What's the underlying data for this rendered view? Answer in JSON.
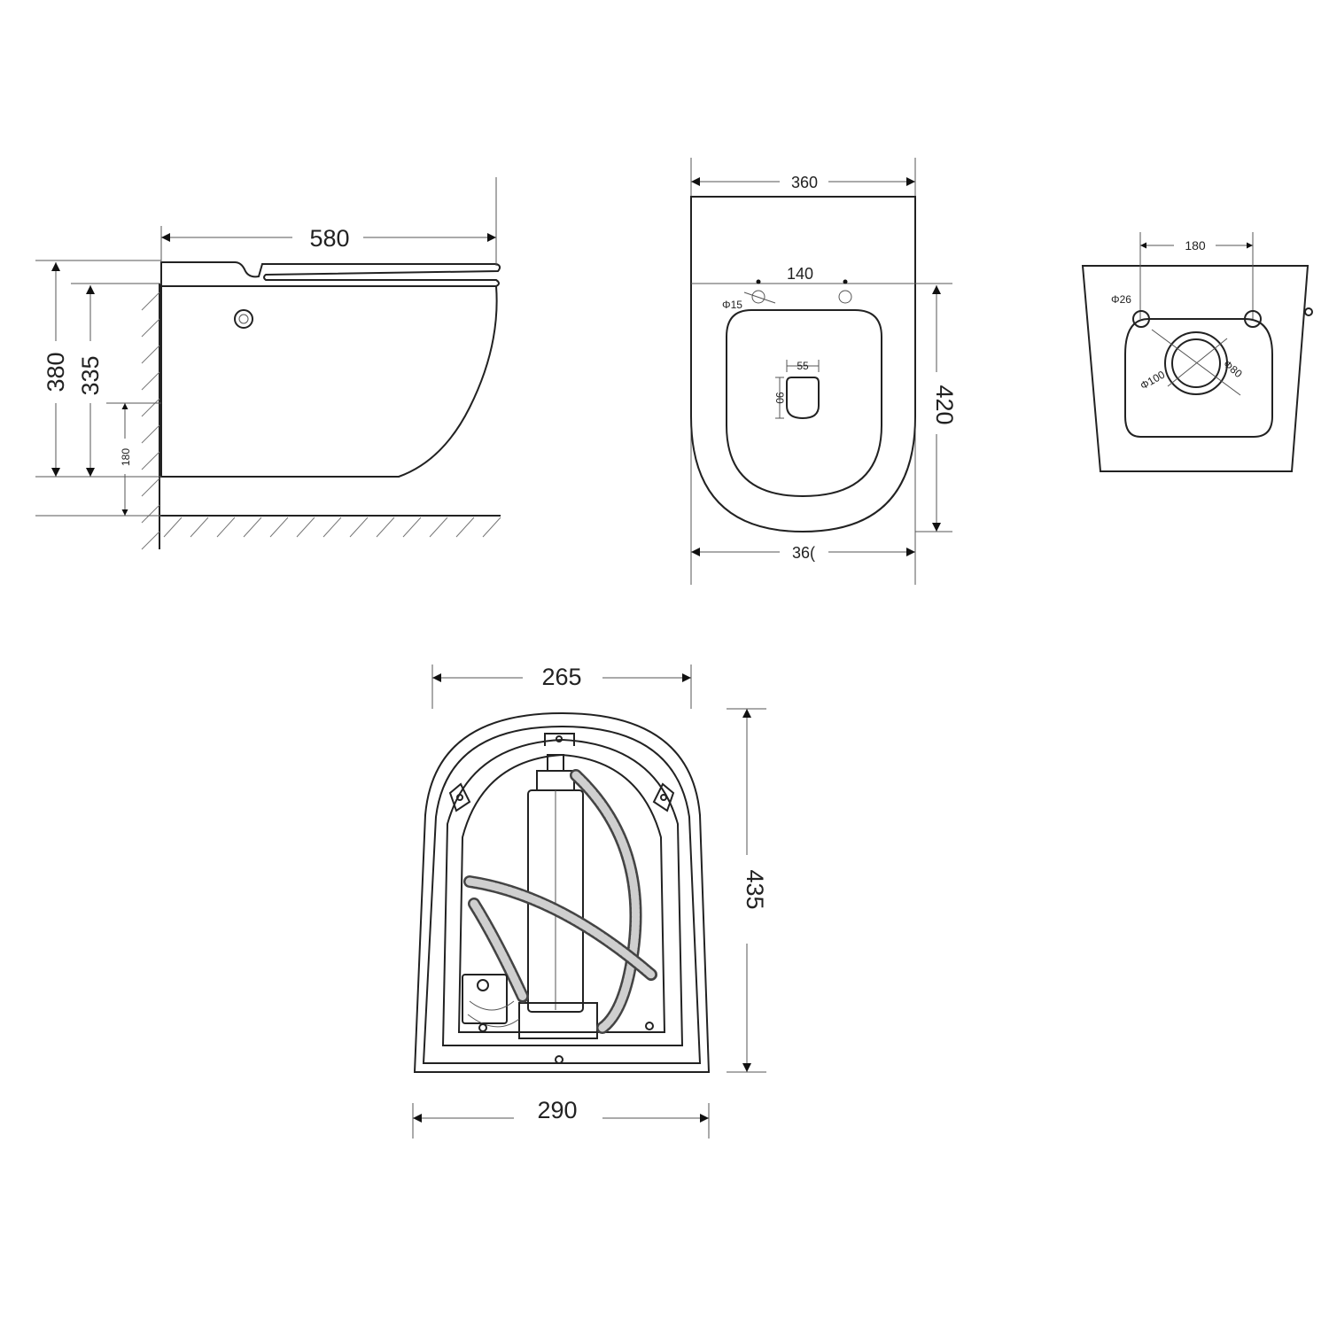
{
  "side_view": {
    "length": "580",
    "height_total": "380",
    "height_bowl": "335",
    "height_outlet": "180"
  },
  "top_view": {
    "width_top": "360",
    "width_bottom": "36(",
    "depth": "420",
    "hole_spacing": "140",
    "hole_diameter": "Φ15",
    "opening_width": "55",
    "opening_height": "90"
  },
  "rear_view": {
    "hole_spacing": "180",
    "hole_diameter": "Φ26",
    "outlet_outer": "Φ100",
    "outlet_inner": "Φ80"
  },
  "bottom_view": {
    "width_top": "265",
    "height": "435",
    "width_bottom": "290"
  }
}
